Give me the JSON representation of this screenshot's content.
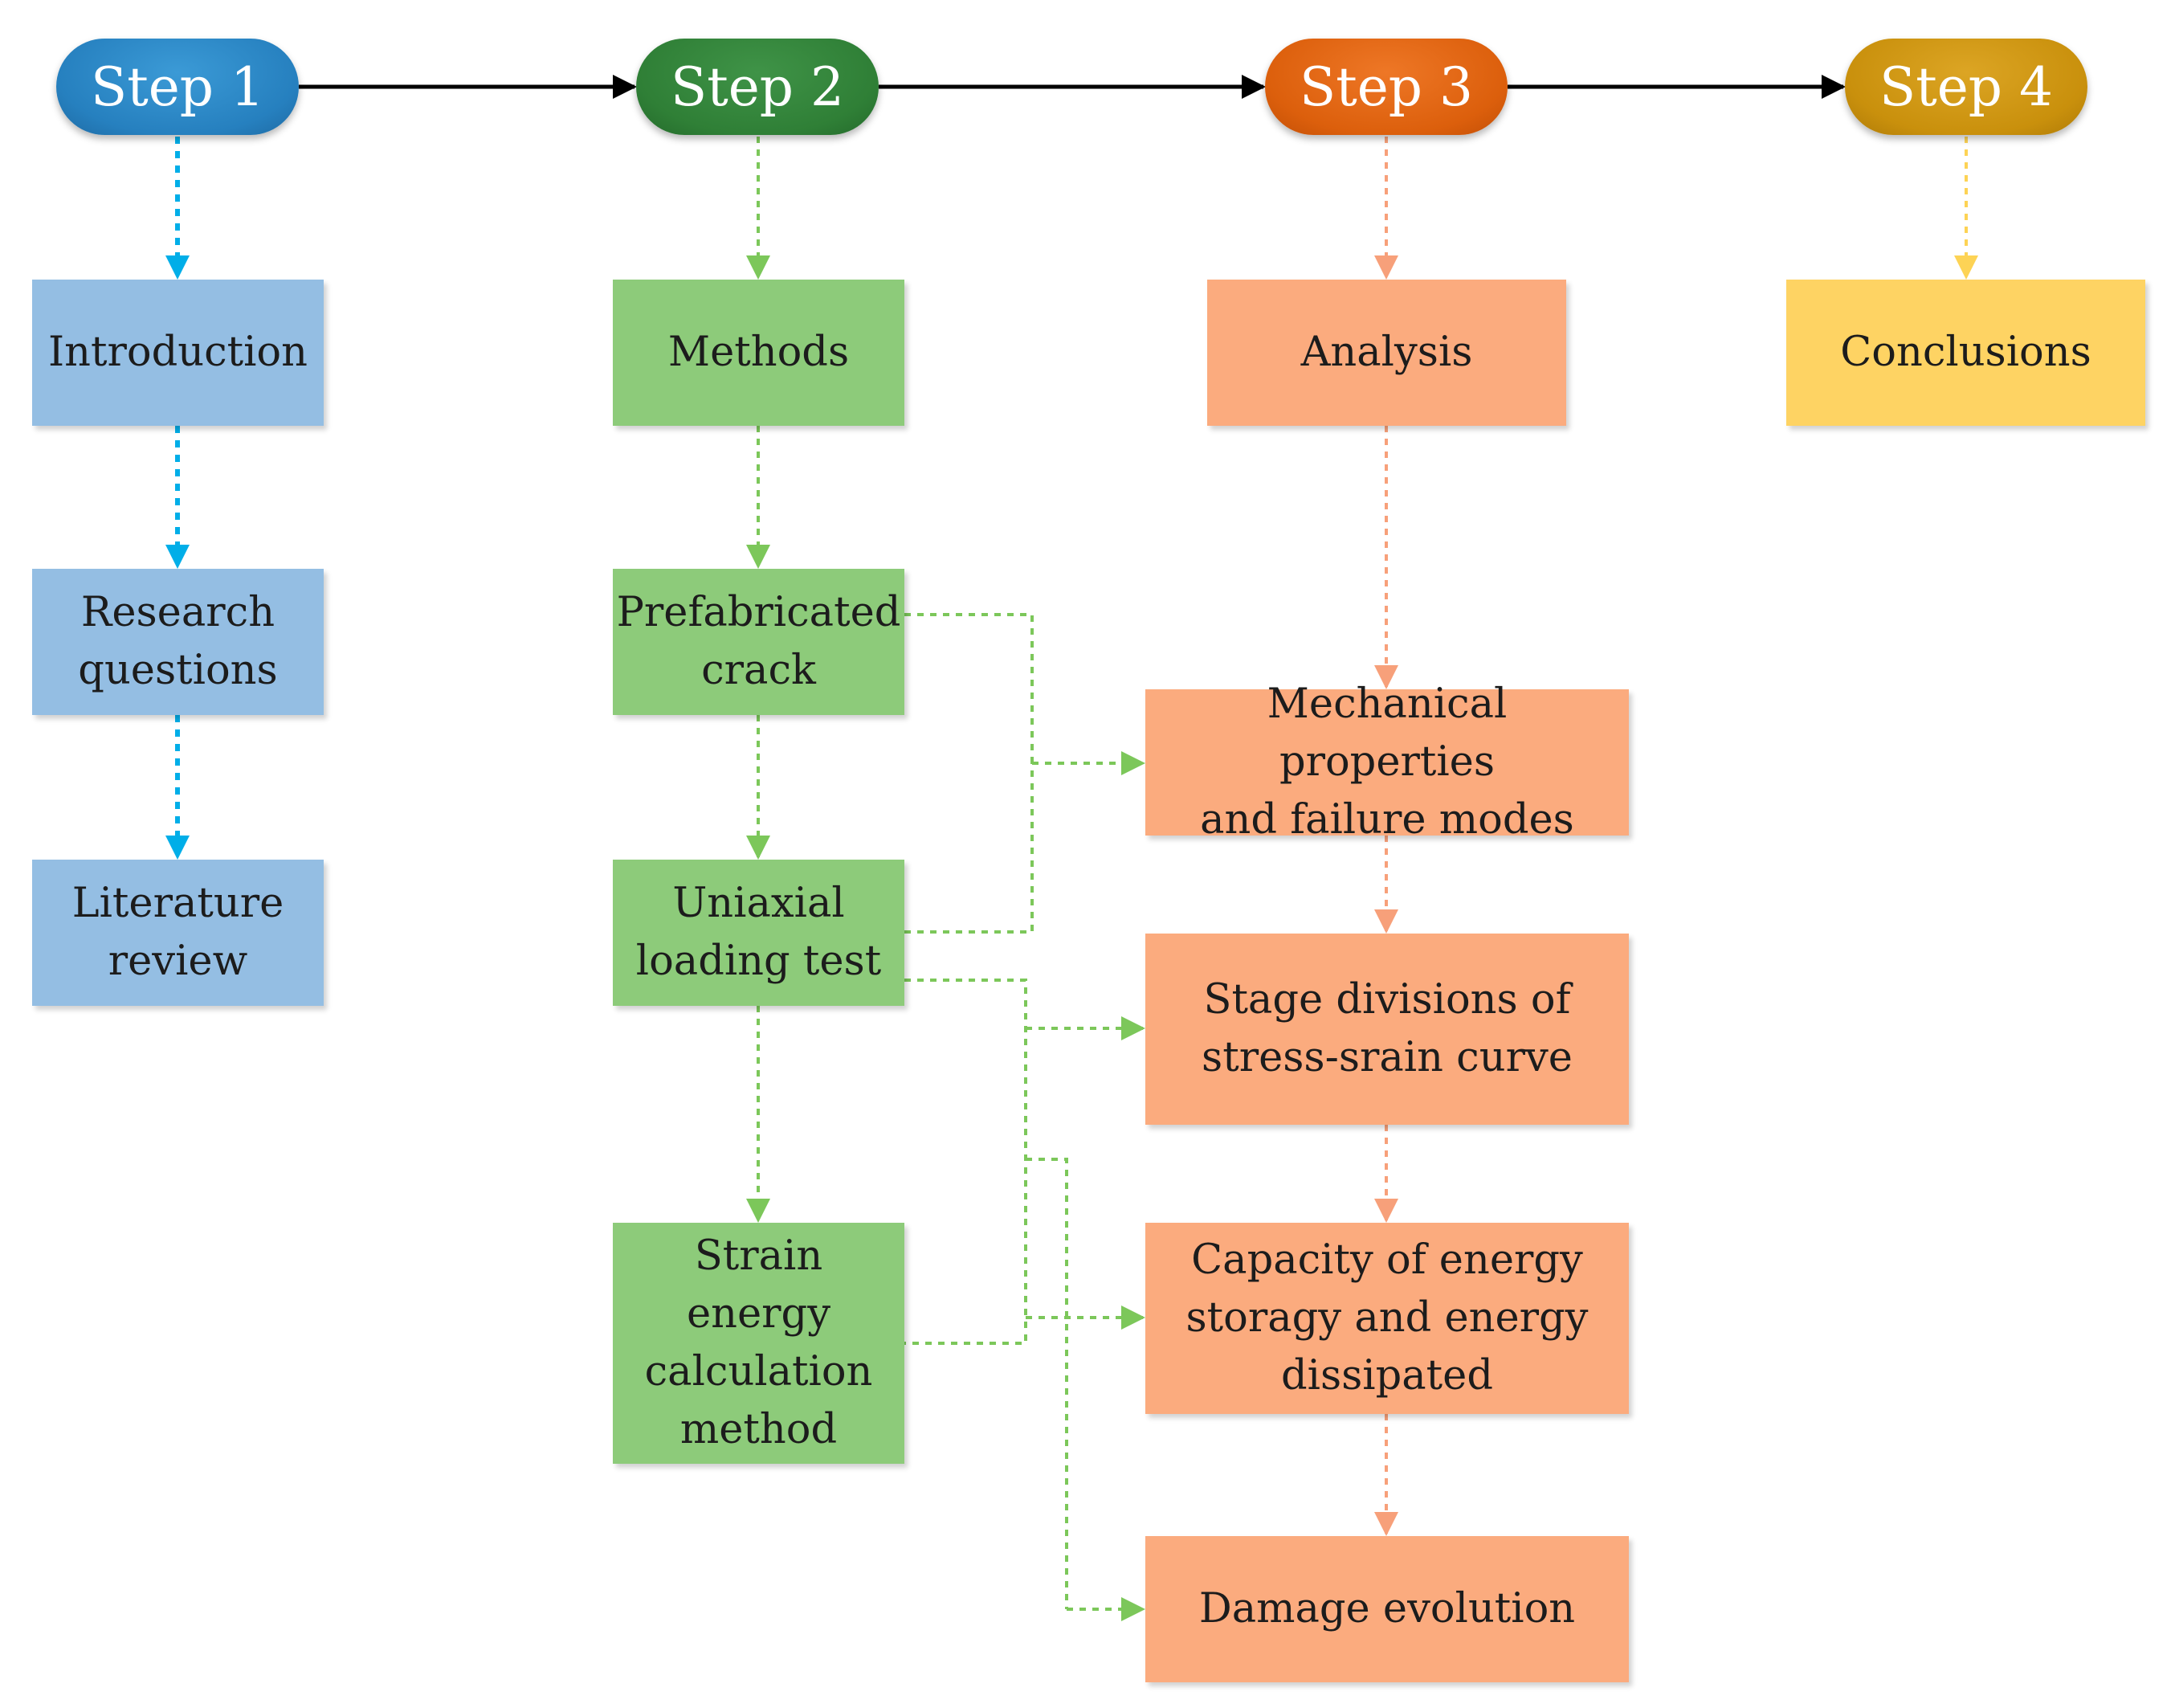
{
  "colors": {
    "step1_pill": "#2680bf",
    "step2_pill": "#2f7f36",
    "step3_pill": "#dc5f0c",
    "step4_pill": "#c9900c",
    "step1_box": "#94bee3",
    "step2_box": "#8dcb7a",
    "step3_box": "#fbab7e",
    "step4_box": "#fed363",
    "step1_arrow": "#00aee8",
    "step2_arrow": "#7cc75a",
    "step3_arrow": "#f7a07a",
    "step4_arrow": "#fdd355",
    "main_arrow": "#000000"
  },
  "steps": [
    {
      "label": "Step 1"
    },
    {
      "label": "Step 2"
    },
    {
      "label": "Step 3"
    },
    {
      "label": "Step 4"
    }
  ],
  "boxes": {
    "introduction": "Introduction",
    "research_questions": "Research\nquestions",
    "literature_review": "Literature\nreview",
    "methods": "Methods",
    "prefabricated_crack": "Prefabricated\ncrack",
    "uniaxial_loading_test": "Uniaxial\nloading test",
    "strain_energy_method": "Strain energy\ncalculation\nmethod",
    "analysis": "Analysis",
    "mechanical_properties": "Mechanical properties\nand failure modes",
    "stage_divisions": "Stage divisions of\nstress-srain curve",
    "capacity_energy": "Capacity of energy\nstoragy and energy\ndissipated",
    "damage_evolution": "Damage evolution",
    "conclusions": "Conclusions"
  }
}
